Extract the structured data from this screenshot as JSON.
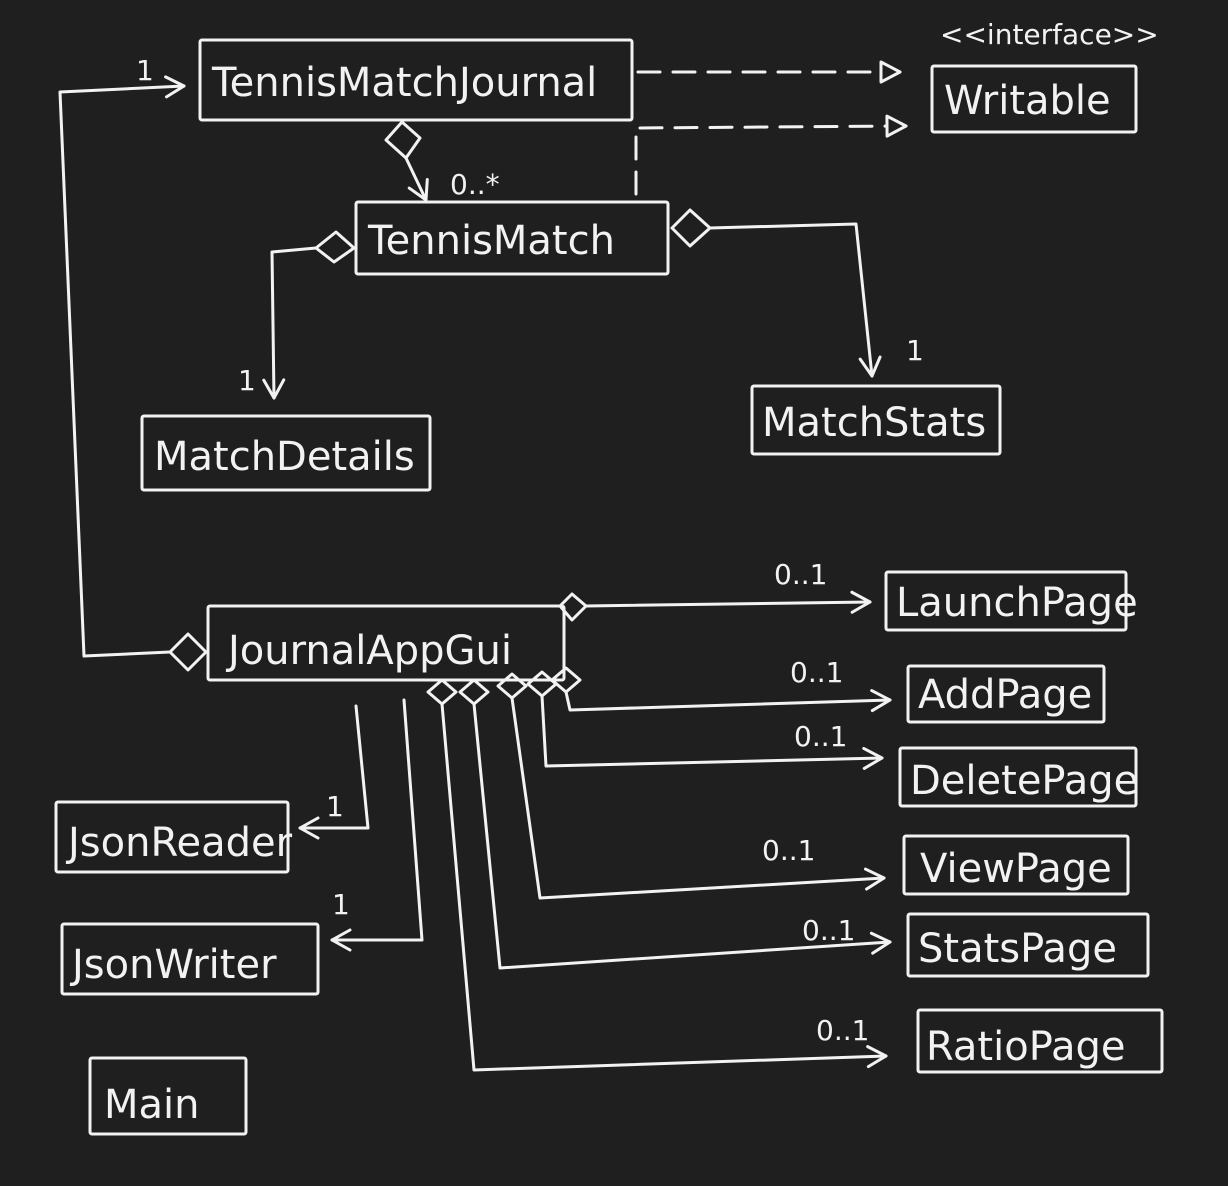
{
  "diagram": {
    "classes": {
      "tennis_match_journal": "TennisMatchJournal",
      "writable": "Writable",
      "writable_stereotype": "<<interface>>",
      "tennis_match": "TennisMatch",
      "match_details": "MatchDetails",
      "match_stats": "MatchStats",
      "journal_app_gui": "JournalAppGui",
      "launch_page": "LaunchPage",
      "add_page": "AddPage",
      "delete_page": "DeletePage",
      "view_page": "ViewPage",
      "stats_page": "StatsPage",
      "ratio_page": "RatioPage",
      "json_reader": "JsonReader",
      "json_writer": "JsonWriter",
      "main": "Main"
    },
    "multiplicities": {
      "gui_to_journal": "1",
      "journal_to_match": "0..*",
      "match_to_details": "1",
      "match_to_stats": "1",
      "gui_to_launch": "0..1",
      "gui_to_add": "0..1",
      "gui_to_delete": "0..1",
      "gui_to_view": "0..1",
      "gui_to_stats": "0..1",
      "gui_to_ratio": "0..1",
      "gui_to_reader": "1",
      "gui_to_writer": "1"
    }
  }
}
